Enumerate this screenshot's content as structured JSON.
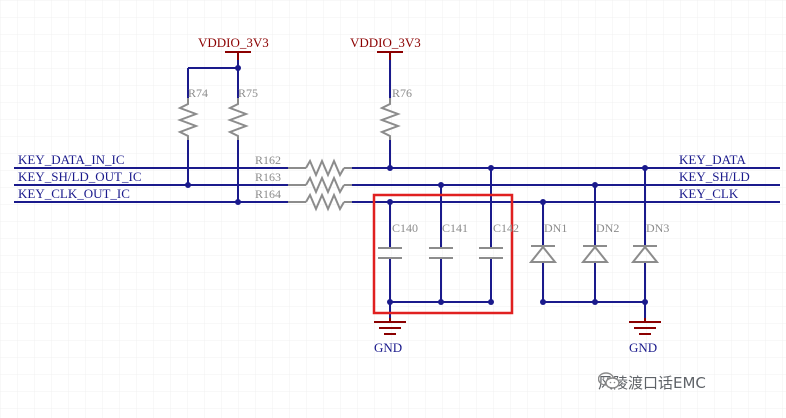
{
  "nets": {
    "key_data_in": "KEY_DATA_IN_IC",
    "key_shld_out": "KEY_SH/LD_OUT_IC",
    "key_clk_out": "KEY_CLK_OUT_IC",
    "key_data": "KEY_DATA",
    "key_shld": "KEY_SH/LD",
    "key_clk": "KEY_CLK"
  },
  "power": {
    "left": "VDDIO_3V3",
    "right": "VDDIO_3V3"
  },
  "resistors": {
    "r74": "R74",
    "r75": "R75",
    "r76": "R76",
    "r162": "R162",
    "r163": "R163",
    "r164": "R164"
  },
  "capacitors": {
    "c140": "C140",
    "c141": "C141",
    "c142": "C142"
  },
  "diodes": {
    "dn1": "DN1",
    "dn2": "DN2",
    "dn3": "DN3"
  },
  "ground": {
    "left": "GND",
    "right": "GND"
  },
  "watermark": "风陵渡口话EMC",
  "colors": {
    "wire": "#1a1a8c",
    "component": "#8c8c8c",
    "power": "#8b0000",
    "highlight": "#e02020"
  }
}
